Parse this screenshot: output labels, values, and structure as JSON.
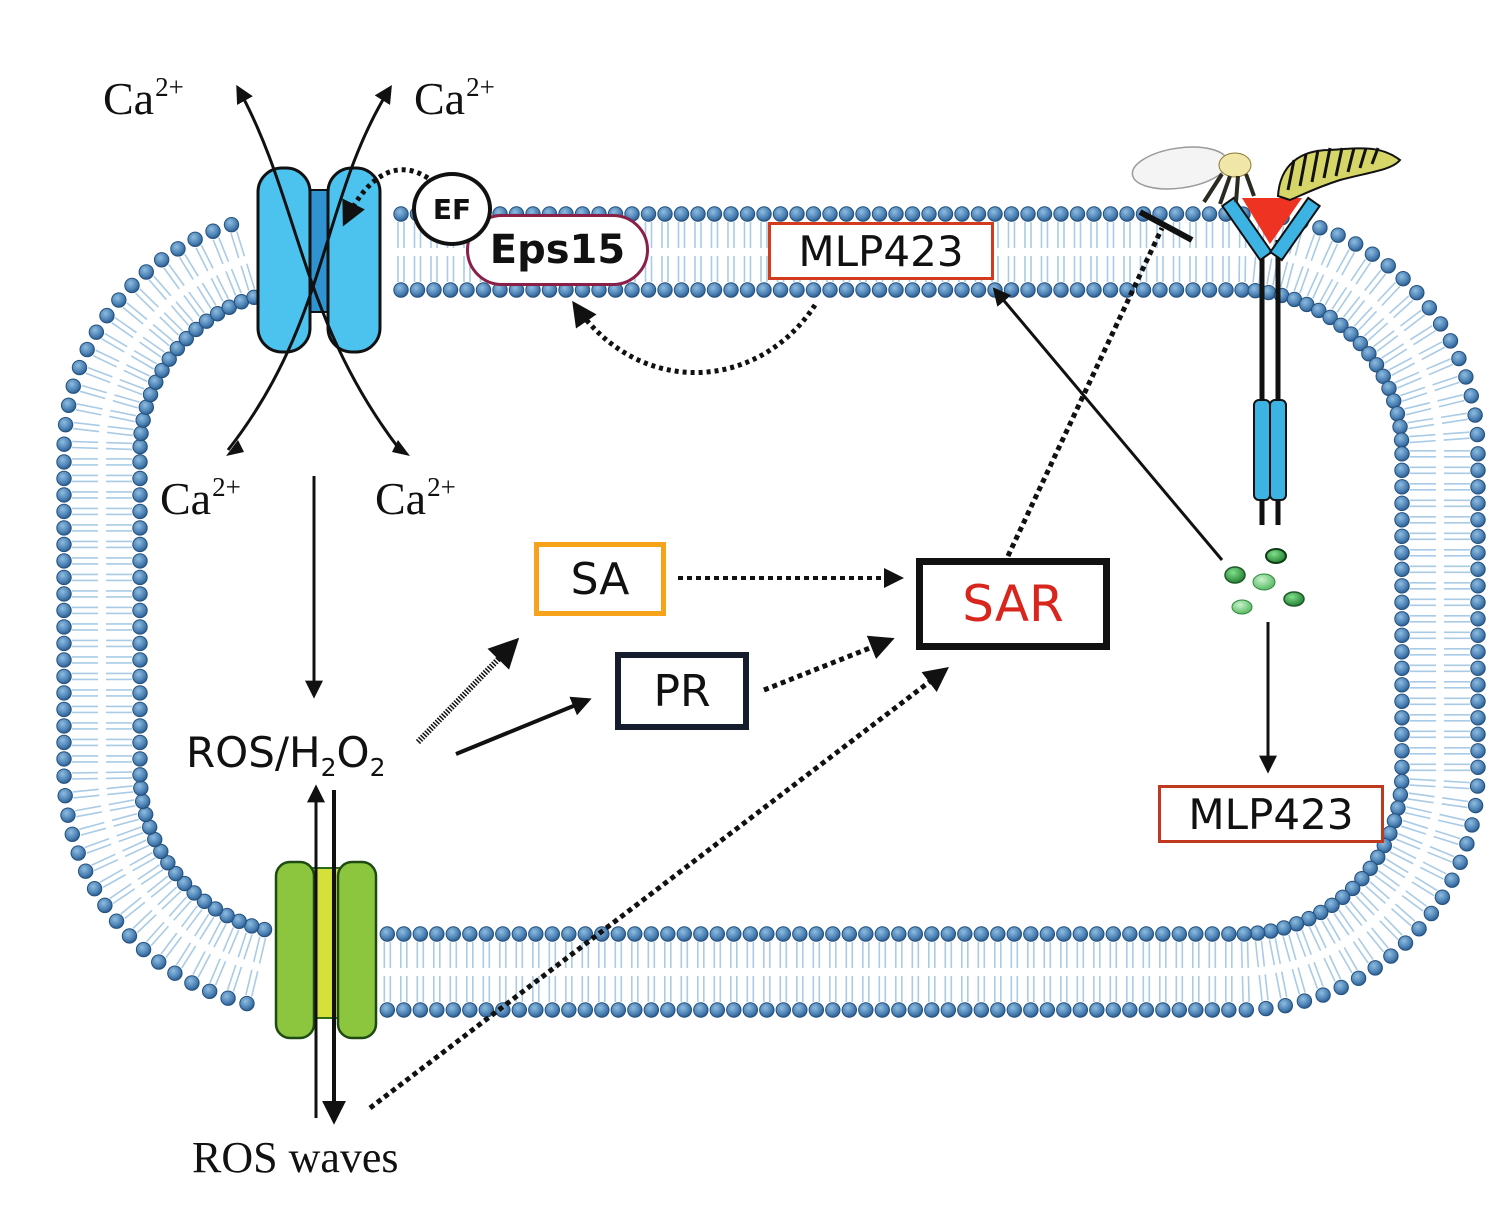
{
  "figure": {
    "type": "signaling pathway diagram",
    "colors": {
      "membrane_head": "#4a80b4",
      "membrane_tail": "#a9cbe6",
      "calcium_channel": "#4cc3ef",
      "ros_channel": "#8cc63f",
      "receptor": "#3db3e3",
      "receptor_ligand": "#ee3322",
      "sa_border": "#f7a21b",
      "sar_text": "#d8261c",
      "mlp423_border": "#d33a1e",
      "eps15_border": "#8a1f48",
      "elicitor_particles": "#2e9a3c"
    }
  },
  "labels": {
    "ca_top_left": {
      "base": "Ca",
      "sup": "2+"
    },
    "ca_top_right": {
      "base": "Ca",
      "sup": "2+"
    },
    "ca_bottom_left": {
      "base": "Ca",
      "sup": "2+"
    },
    "ca_bottom_right": {
      "base": "Ca",
      "sup": "2+"
    },
    "ef": "EF",
    "eps15": "Eps15",
    "mlp423_membrane": "MLP423",
    "mlp423_cytoplasm": "MLP423",
    "sa": "SA",
    "pr": "PR",
    "sar": "SAR",
    "ros_h2o2": {
      "part1": "ROS/H",
      "sub1": "2",
      "part2": "O",
      "sub2": "2"
    },
    "ros_waves": "ROS waves"
  },
  "nodes": [
    {
      "id": "calcium-channel",
      "kind": "membrane channel (blue)"
    },
    {
      "id": "ros-channel",
      "kind": "membrane channel (green)"
    },
    {
      "id": "receptor",
      "kind": "membrane receptor with red ligand"
    },
    {
      "id": "insects",
      "kind": "whitefly and caterpillar illustration"
    },
    {
      "id": "elicitor-particles",
      "kind": "green particles"
    },
    {
      "id": "EF",
      "kind": "circle"
    },
    {
      "id": "Eps15",
      "kind": "rounded box"
    },
    {
      "id": "MLP423-membrane",
      "kind": "box"
    },
    {
      "id": "MLP423-cytoplasm",
      "kind": "box"
    },
    {
      "id": "SA",
      "kind": "box"
    },
    {
      "id": "PR",
      "kind": "box"
    },
    {
      "id": "SAR",
      "kind": "box"
    },
    {
      "id": "ROS/H2O2",
      "kind": "text"
    },
    {
      "id": "ROS waves",
      "kind": "text"
    }
  ],
  "edges": [
    {
      "from": "calcium-channel",
      "to": "Ca2+ (top-left)",
      "style": "solid"
    },
    {
      "from": "calcium-channel",
      "to": "Ca2+ (top-right)",
      "style": "solid"
    },
    {
      "from": "calcium-channel",
      "to": "Ca2+ (bottom-left)",
      "style": "solid"
    },
    {
      "from": "calcium-channel",
      "to": "Ca2+ (bottom-right)",
      "style": "solid"
    },
    {
      "from": "EF",
      "to": "calcium-channel",
      "style": "dotted"
    },
    {
      "from": "MLP423-membrane",
      "to": "Eps15",
      "style": "dotted"
    },
    {
      "from": "Ca2+",
      "to": "ROS/H2O2",
      "style": "solid"
    },
    {
      "from": "ROS/H2O2",
      "to": "SA",
      "style": "hatched"
    },
    {
      "from": "ROS/H2O2",
      "to": "PR",
      "style": "solid"
    },
    {
      "from": "SA",
      "to": "SAR",
      "style": "dotted"
    },
    {
      "from": "PR",
      "to": "SAR",
      "style": "dotted"
    },
    {
      "from": "ROS waves",
      "to": "SAR",
      "style": "dotted"
    },
    {
      "from": "SAR",
      "to": "insects",
      "style": "dotted-inhibition"
    },
    {
      "from": "elicitor-particles",
      "to": "MLP423-membrane",
      "style": "solid"
    },
    {
      "from": "elicitor-particles",
      "to": "MLP423-cytoplasm",
      "style": "solid"
    },
    {
      "from": "ROS-channel",
      "to": "ROS/H2O2",
      "style": "solid"
    },
    {
      "from": "ROS/H2O2",
      "to": "ROS waves",
      "style": "solid"
    }
  ]
}
